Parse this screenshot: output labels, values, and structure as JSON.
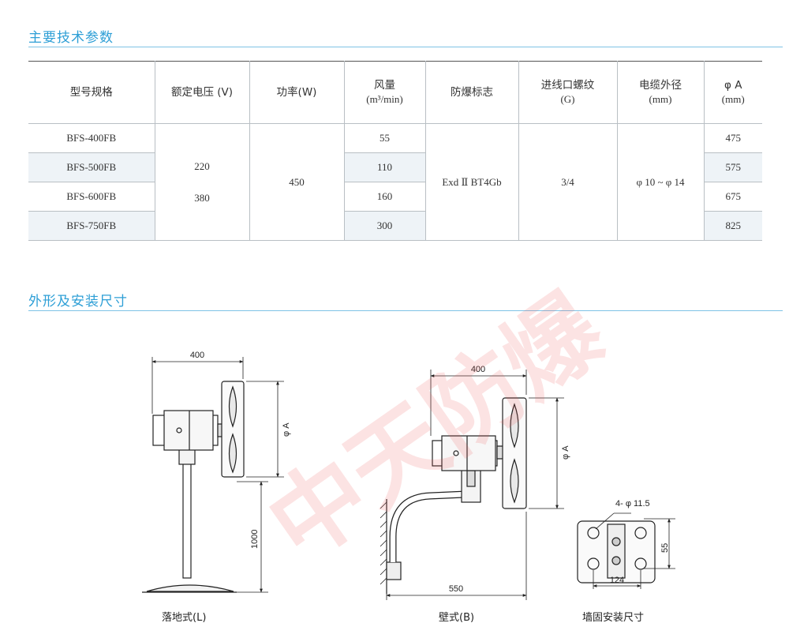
{
  "sections": {
    "specs_title": "主要技术参数",
    "dims_title": "外形及安装尺寸"
  },
  "table": {
    "headers": [
      {
        "label": "型号规格",
        "sub": ""
      },
      {
        "label": "额定电压 (V)",
        "sub": ""
      },
      {
        "label": "功率(W)",
        "sub": ""
      },
      {
        "label": "风量",
        "sub": "(m³/min)"
      },
      {
        "label": "防爆标志",
        "sub": ""
      },
      {
        "label": "进线口螺纹",
        "sub": "(G)"
      },
      {
        "label": "电缆外径",
        "sub": "(mm)"
      },
      {
        "label": "φ A",
        "sub": "(mm)"
      }
    ],
    "models": [
      "BFS-400FB",
      "BFS-500FB",
      "BFS-600FB",
      "BFS-750FB"
    ],
    "voltage": [
      "220",
      "380"
    ],
    "power": "450",
    "airflow": [
      "55",
      "110",
      "160",
      "300"
    ],
    "ex_mark": "Exd Ⅱ BT4Gb",
    "thread": "3/4",
    "cable_od": "φ 10 ~ φ 14",
    "phiA": [
      "475",
      "575",
      "675",
      "825"
    ]
  },
  "drawings": {
    "floor": {
      "width": "400",
      "height": "1000",
      "dia": "φ A",
      "caption": "落地式(L)"
    },
    "wall": {
      "width": "400",
      "reach": "550",
      "dia": "φ A",
      "caption": "壁式(B)"
    },
    "plate": {
      "holes": "4- φ 11.5",
      "vspace": "55",
      "hspace": "124",
      "caption": "墙固安装尺寸"
    }
  },
  "watermark": "中天防爆"
}
